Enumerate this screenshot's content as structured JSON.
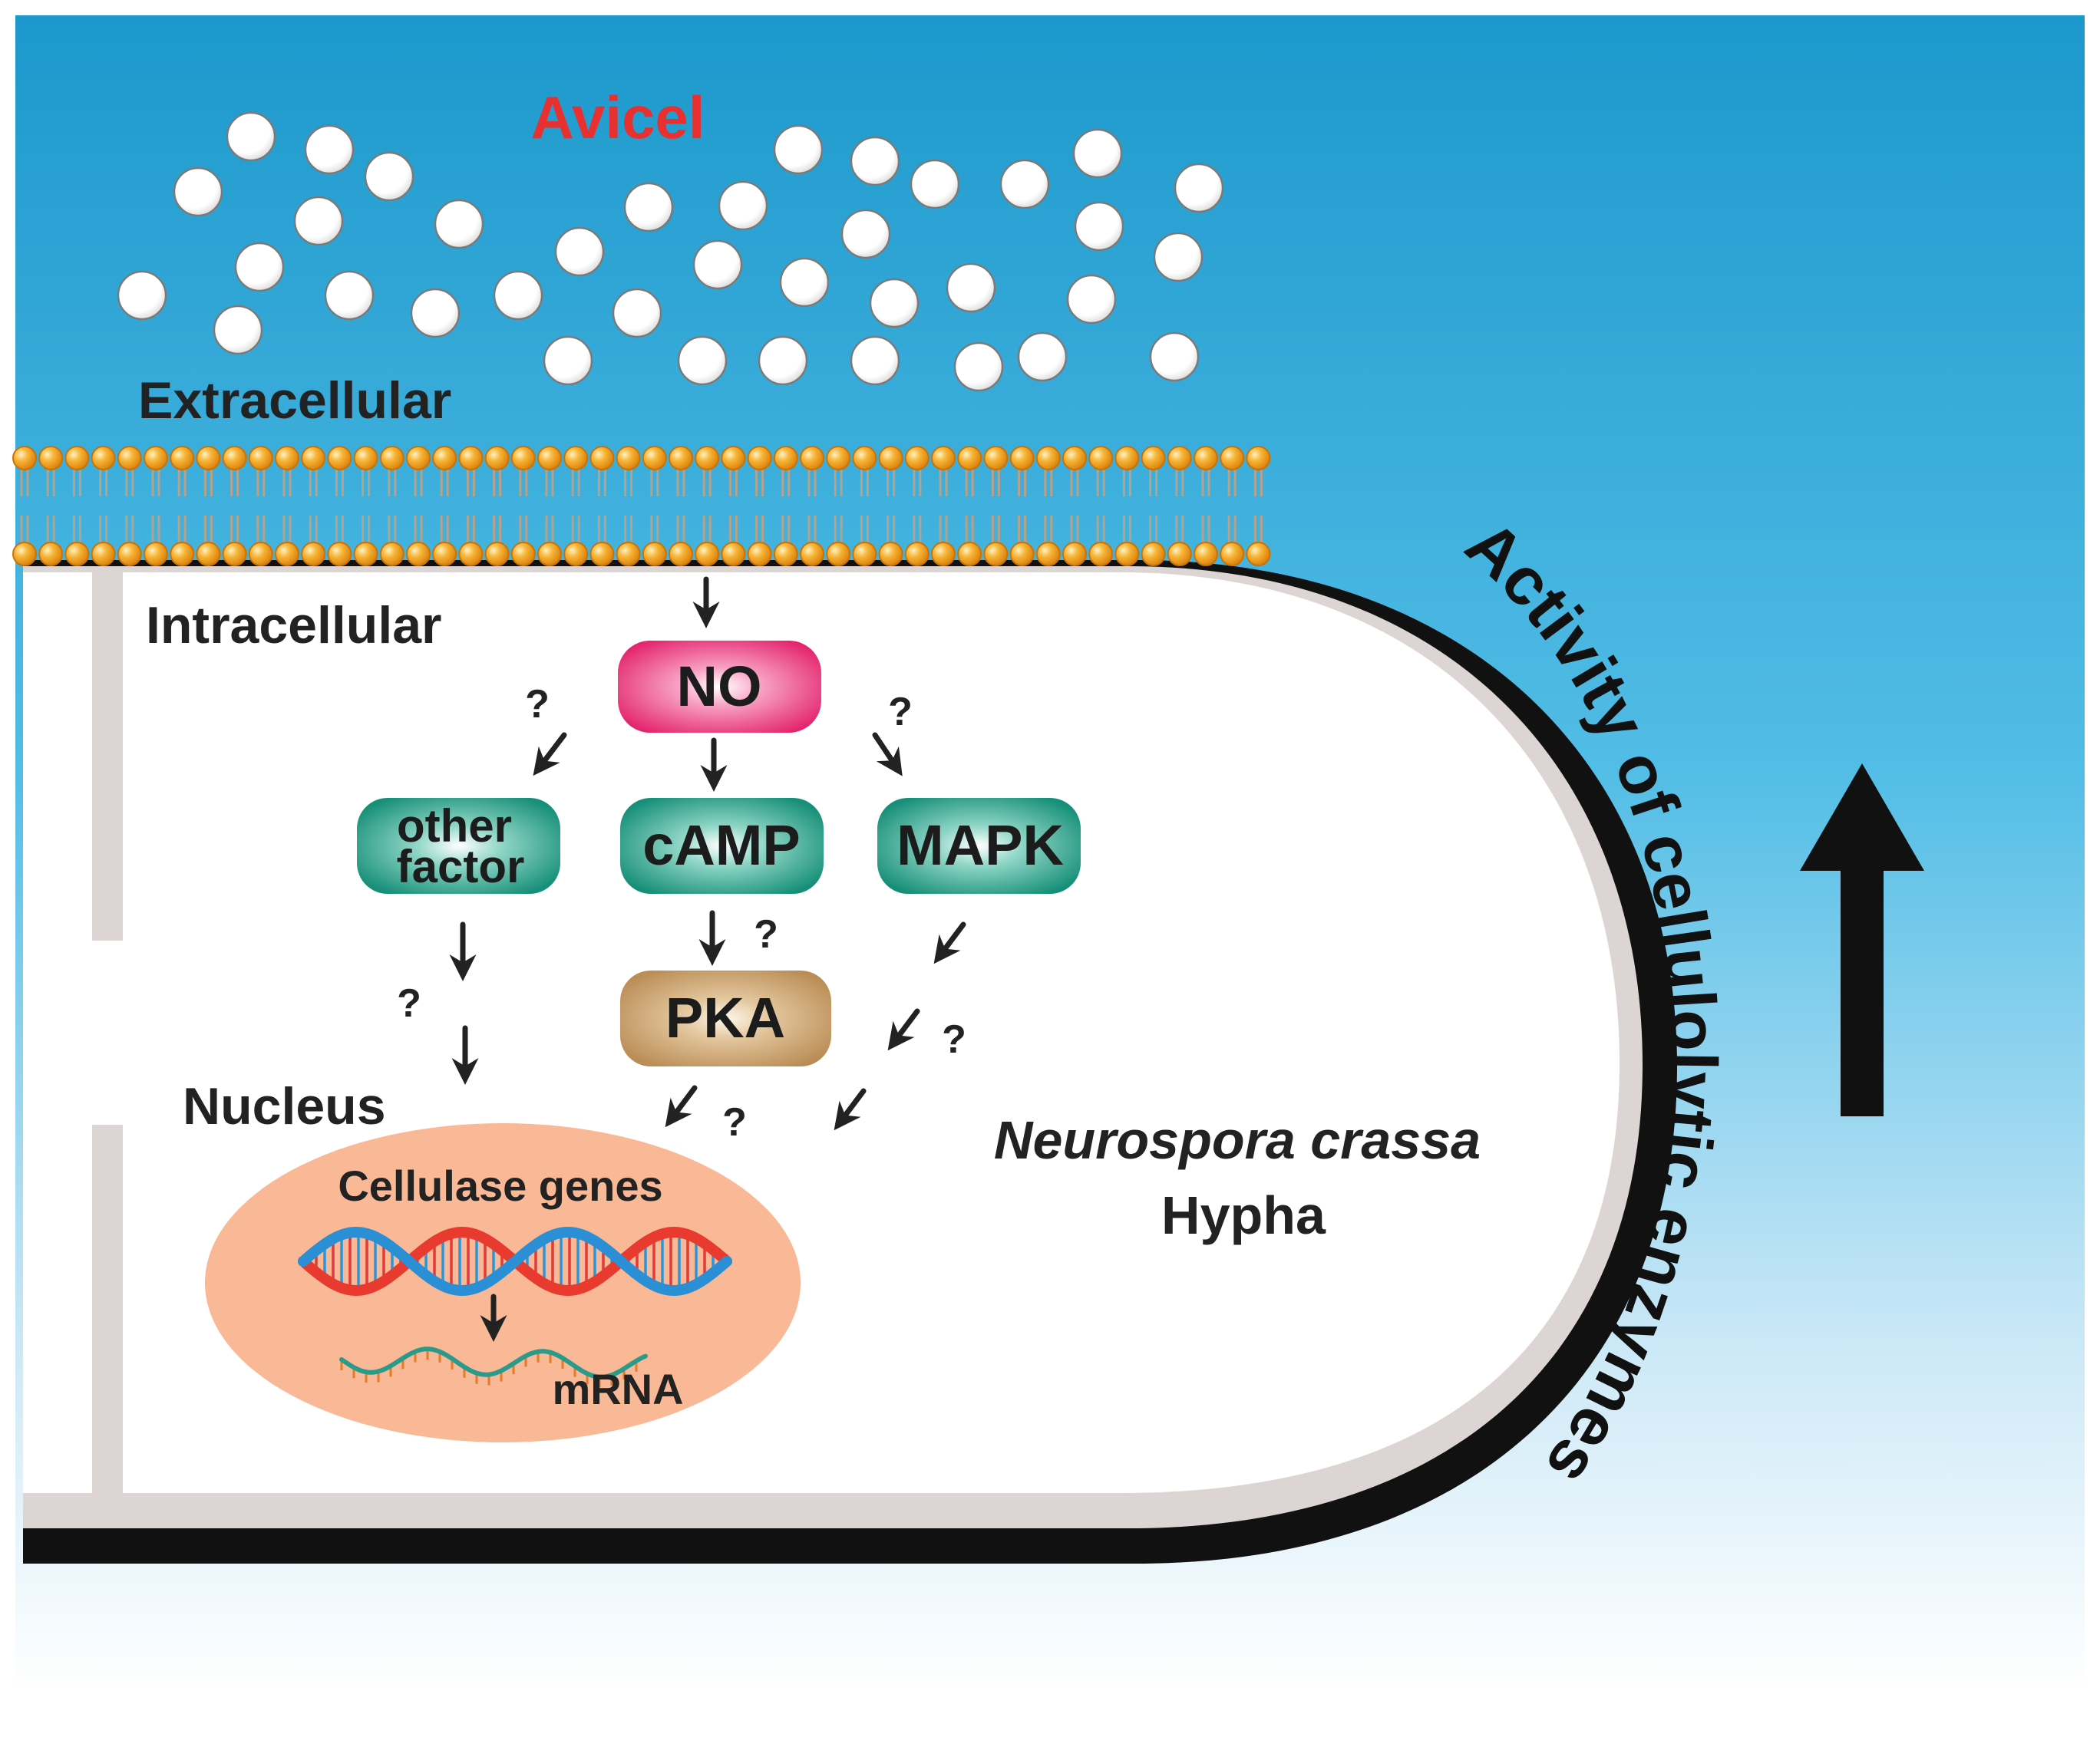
{
  "labels": {
    "substrate": "Avicel",
    "extracellular": "Extracellular",
    "intracellular": "Intracellular",
    "nucleus": "Nucleus",
    "cellulase_genes": "Cellulase genes",
    "mrna": "mRNA",
    "organism": "Neurospora crassa",
    "structure": "Hypha",
    "activity_text": "Activity of cellulolytic enzymes",
    "unknown_mark": "?"
  },
  "nodes": {
    "no": "NO",
    "other_factor_line1": "other",
    "other_factor_line2": "factor",
    "camp": "cAMP",
    "mapk": "MAPK",
    "pka": "PKA"
  },
  "colors": {
    "sky_top": "#1c98cc",
    "sky_bottom": "#ffffff",
    "no_box": "#e8307a",
    "teal_box": "#1f9a84",
    "pka_box": "#c49a66",
    "avicel_text": "#e83030",
    "nucleus": "#f9b896",
    "membrane_head": "#f29b1c",
    "cell_wall": "#111111"
  }
}
